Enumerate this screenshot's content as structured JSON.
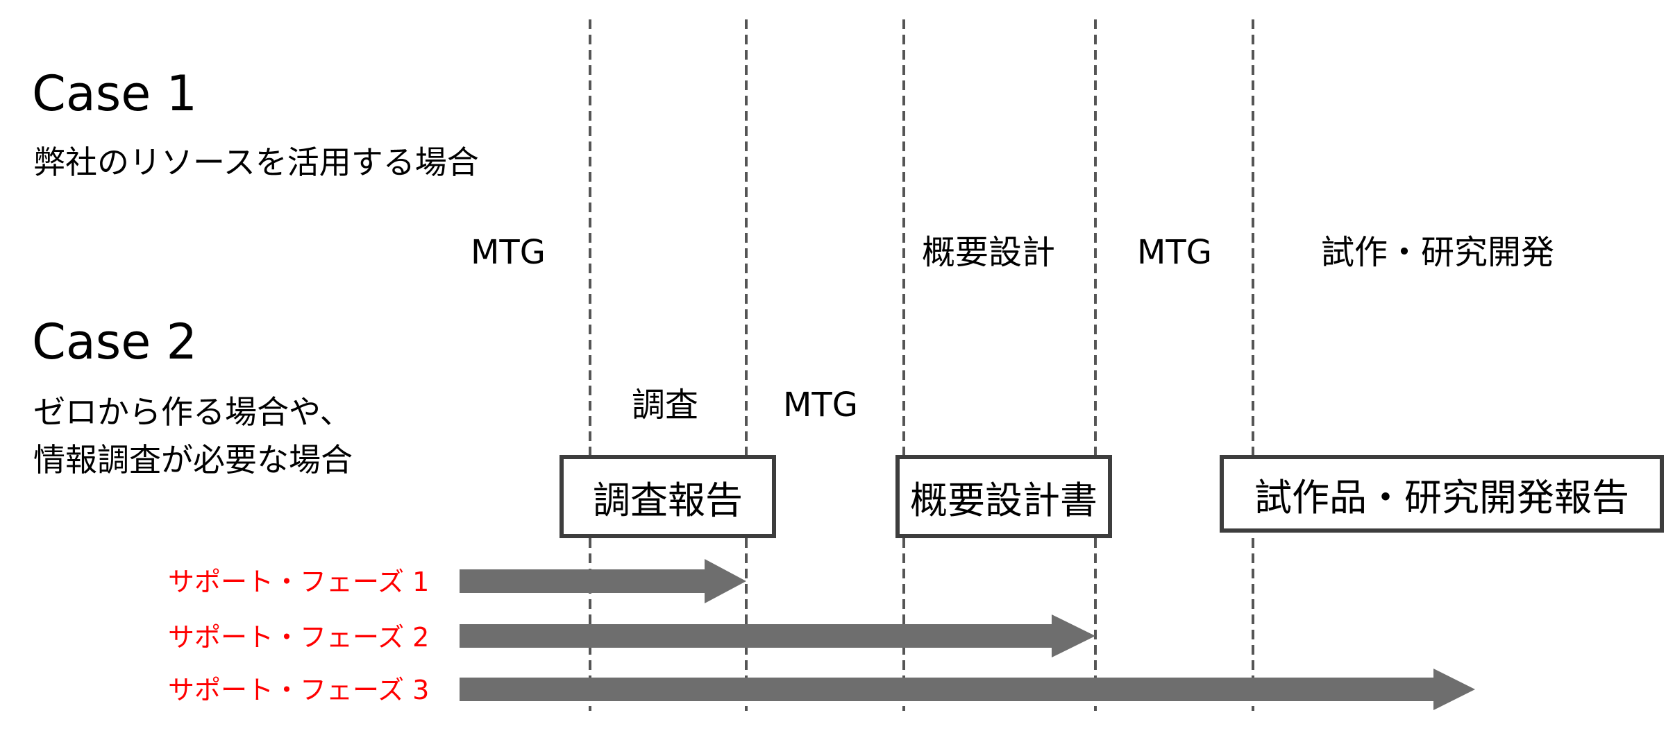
{
  "case1": {
    "title": "Case 1",
    "description": "弊社のリソースを活用する場合",
    "phases": [
      "MTG",
      "概要設計",
      "MTG",
      "試作・研究開発"
    ]
  },
  "case2": {
    "title": "Case 2",
    "description": "ゼロから作る場合や、\n情報調査が必要な場合",
    "phases": [
      "調査",
      "MTG"
    ]
  },
  "deliverables": [
    "調査報告",
    "概要設計書",
    "試作品・研究開発報告"
  ],
  "support_phases": [
    "サポート・フェーズ 1",
    "サポート・フェーズ 2",
    "サポート・フェーズ 3"
  ],
  "colors": {
    "line": "#555555",
    "box_border": "#3d3d3d",
    "arrow": "#6e6e6e",
    "support_label": "#ff0000"
  }
}
